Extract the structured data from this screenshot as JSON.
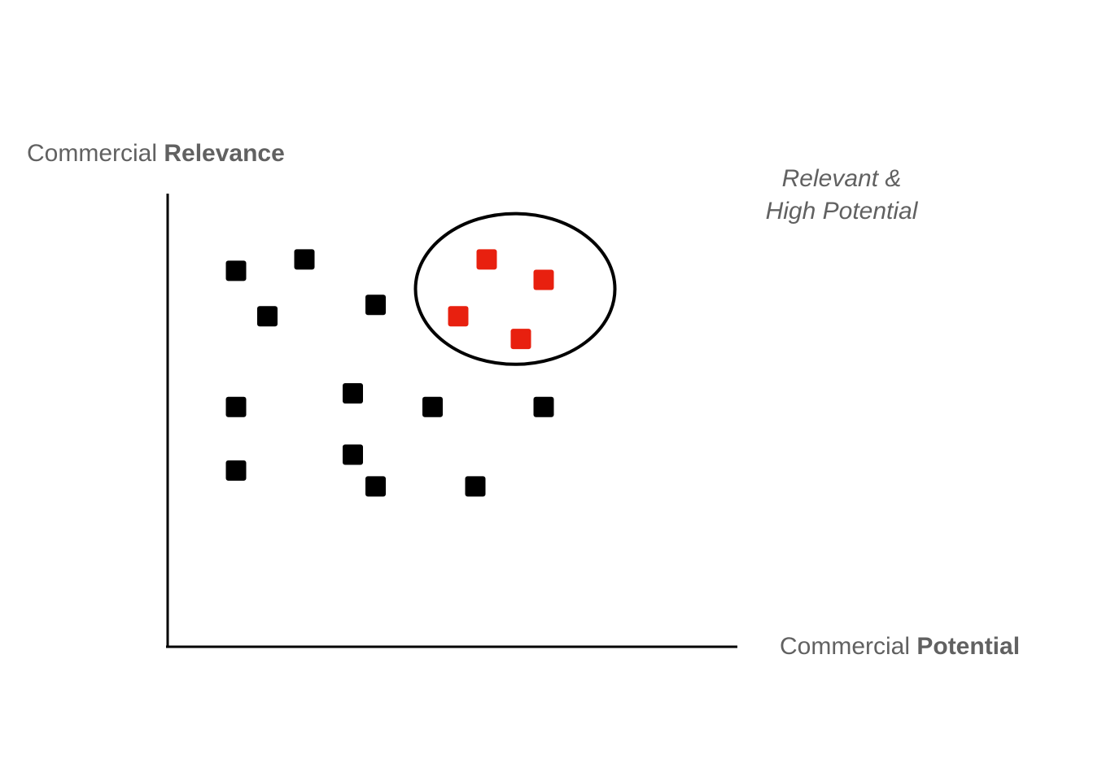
{
  "chart_data": {
    "type": "scatter",
    "xlabel_prefix": "Commercial ",
    "xlabel_emphasis": "Potential",
    "ylabel_prefix": "Commercial ",
    "ylabel_emphasis": "Relevance",
    "annotation": {
      "line1": "Relevant &",
      "line2": "High Potential",
      "circle_center": [
        6.1,
        7.9
      ],
      "circle_radius_x": 1.75,
      "circle_radius_y": 1.66
    },
    "xlim": [
      0,
      10
    ],
    "ylim": [
      0,
      10
    ],
    "grid": false,
    "colors": {
      "default": "#000000",
      "highlight": "#e8200f"
    },
    "points": [
      {
        "x": 1.2,
        "y": 8.3,
        "highlight": false
      },
      {
        "x": 2.4,
        "y": 8.55,
        "highlight": false
      },
      {
        "x": 1.75,
        "y": 7.3,
        "highlight": false
      },
      {
        "x": 3.65,
        "y": 7.55,
        "highlight": false
      },
      {
        "x": 3.25,
        "y": 5.6,
        "highlight": false
      },
      {
        "x": 1.2,
        "y": 5.3,
        "highlight": false
      },
      {
        "x": 4.65,
        "y": 5.3,
        "highlight": false
      },
      {
        "x": 6.6,
        "y": 5.3,
        "highlight": false
      },
      {
        "x": 3.25,
        "y": 4.25,
        "highlight": false
      },
      {
        "x": 1.2,
        "y": 3.9,
        "highlight": false
      },
      {
        "x": 3.65,
        "y": 3.55,
        "highlight": false
      },
      {
        "x": 5.4,
        "y": 3.55,
        "highlight": false
      },
      {
        "x": 5.6,
        "y": 8.55,
        "highlight": true
      },
      {
        "x": 6.6,
        "y": 8.1,
        "highlight": true
      },
      {
        "x": 5.1,
        "y": 7.3,
        "highlight": true
      },
      {
        "x": 6.2,
        "y": 6.8,
        "highlight": true
      }
    ]
  }
}
